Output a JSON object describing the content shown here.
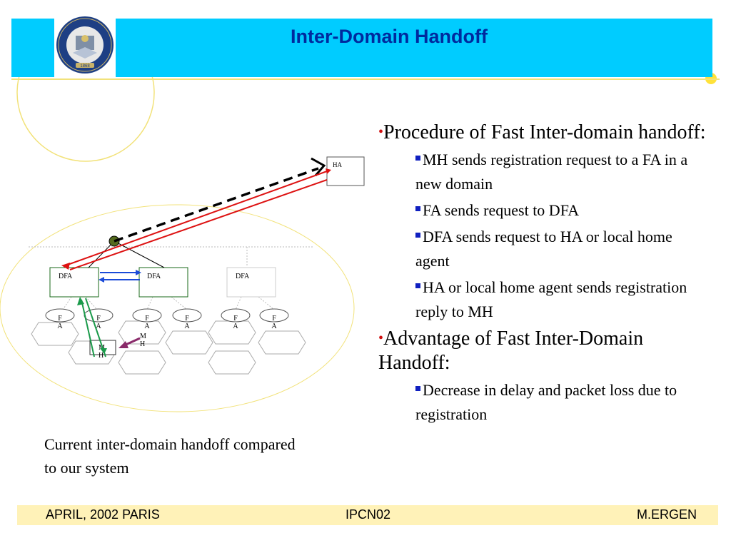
{
  "slide": {
    "title": "Inter-Domain Handoff",
    "logo": {
      "icon": "university-seal-icon",
      "year": "1868"
    }
  },
  "bullets": [
    {
      "level": 1,
      "text": "Procedure of Fast Inter-domain handoff:"
    },
    {
      "level": 2,
      "text": "MH sends registration request to a FA in a new domain"
    },
    {
      "level": 2,
      "text": "FA sends request to DFA"
    },
    {
      "level": 2,
      "text": "DFA sends request to HA or local home agent"
    },
    {
      "level": 2,
      "text": "HA or local home agent sends registration reply to MH"
    },
    {
      "level": 1,
      "text": "Advantage of Fast Inter-Domain Handoff:"
    },
    {
      "level": 2,
      "text": "Decrease in delay and packet loss due to registration"
    }
  ],
  "diagram": {
    "ha_label": "HA",
    "dfa_labels": [
      "DFA",
      "DFA",
      "DFA"
    ],
    "fa_labels": [
      "F\nA",
      "F\nA",
      "F\nA",
      "F\nA",
      "F\nA",
      "F\nA"
    ],
    "mh_labels": [
      "M\nH",
      "M\nH"
    ]
  },
  "caption": "Current inter-domain handoff compared to our system",
  "footer": {
    "left": "APRIL, 2002 PARIS",
    "center": "IPCN02",
    "right": "M.ERGEN"
  },
  "colors": {
    "title_bar": "#00ccff",
    "title_text": "#002a9e",
    "footer_bg": "#fff2b8",
    "bullet_dot": "#d01010",
    "sub_bullet": "#1020c0"
  }
}
